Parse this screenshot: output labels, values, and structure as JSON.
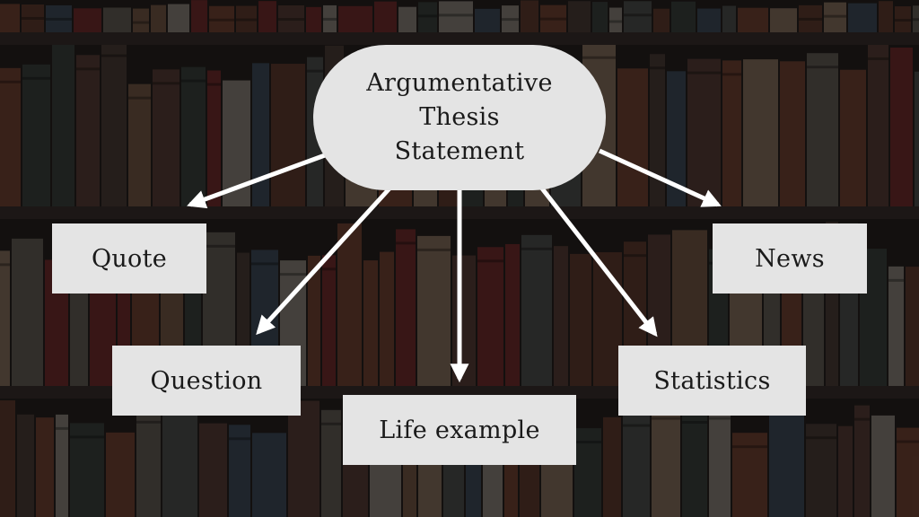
{
  "diagram": {
    "central": {
      "lines": [
        "Argumentative",
        "Thesis",
        "Statement"
      ]
    },
    "branches": {
      "quote": "Quote",
      "news": "News",
      "question": "Question",
      "statistics": "Statistics",
      "life_example": "Life example"
    }
  },
  "colors": {
    "node_fill": "#e4e4e4",
    "arrow": "#ffffff",
    "text": "#1a1a1a",
    "background": "#1c1a19"
  }
}
